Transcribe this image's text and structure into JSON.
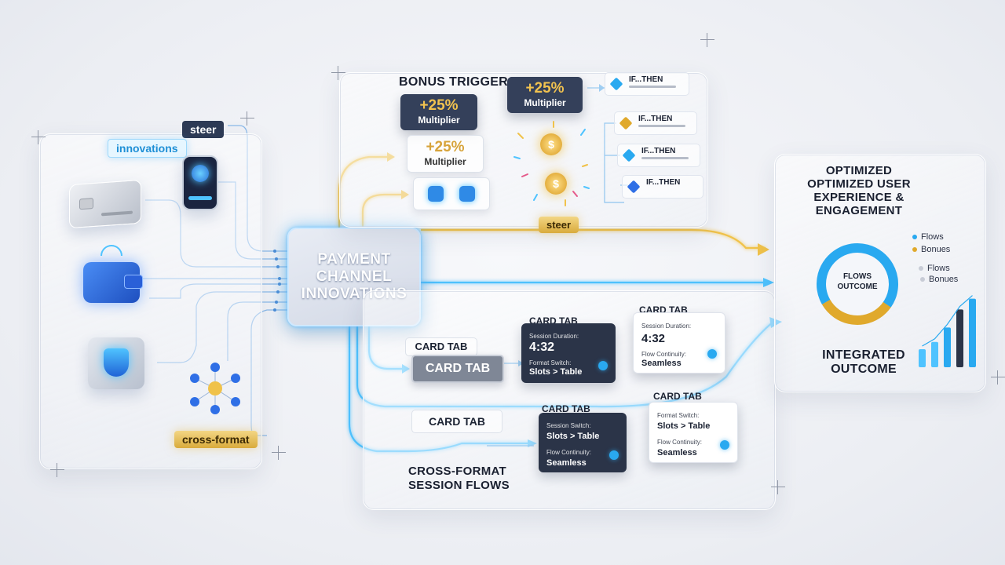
{
  "colors": {
    "cyan_glow": "#4fc3ff",
    "gold_glow": "#f0c24a",
    "navy": "#2d3a55",
    "blue_icon": "#2f6fe6"
  },
  "left_panel": {
    "tag_steer": "steer",
    "tag_innovations": "innovations",
    "tag_cross_format": "cross-format",
    "icons": [
      "credit-card-icon",
      "mobile-phone-icon",
      "wallet-icon",
      "shield-icon",
      "network-hexagons-icon"
    ]
  },
  "hub": {
    "title": "PAYMENT CHANNEL INNOVATIONS"
  },
  "bonus": {
    "title": "BONUS TRIGGERS",
    "multipliers": [
      {
        "value": "+25%",
        "label": "Multiplier"
      },
      {
        "value": "+25%",
        "label": "Multiplier"
      },
      {
        "value": "+25%",
        "label": "Multiplier"
      }
    ],
    "rules": [
      {
        "label": "IF...THEN"
      },
      {
        "label": "IF...THEN"
      },
      {
        "label": "IF...THEN"
      },
      {
        "label": "IF...THEN"
      }
    ],
    "coin_symbol": "$"
  },
  "steer_tag": "steer",
  "session": {
    "title": "CROSS-FORMAT SESSION FLOWS",
    "chips": [
      "CARD TAB",
      "CARD TAB",
      "CARD TAB"
    ],
    "cards": [
      {
        "head": "CARD TAB",
        "l1": "Session Duration:",
        "v1": "4:32",
        "l2": "Format Switch:",
        "v2": "Slots > Table"
      },
      {
        "head": "CARD TAB",
        "l1": "Session Duration:",
        "v1": "4:32",
        "l2": "Flow Continuity:",
        "v2": "Seamless"
      },
      {
        "head": "CARD TAB",
        "l1": "Session Switch:",
        "v1": "Slots > Table",
        "l2": "Flow Continuity:",
        "v2": "Seamless"
      },
      {
        "head": "CARD TAB",
        "l1": "Format Switch:",
        "v1": "Slots > Table",
        "l2": "Flow Continuity:",
        "v2": "Seamless"
      }
    ]
  },
  "outcome": {
    "heading_line1": "OPTIMIZED",
    "heading_line2": "OPTIMIZED USER",
    "heading_line3": "EXPERIENCE &",
    "heading_line4": "ENGAGEMENT",
    "ring_label1": "FLOWS",
    "ring_label2": "OUTCOME",
    "legend": [
      {
        "label": "Flows",
        "color": "#29a9f0"
      },
      {
        "label": "Bonues",
        "color": "#e0a92c"
      },
      {
        "label": "Flows",
        "color": "#c8ccd6"
      },
      {
        "label": "Bonues",
        "color": "#c8ccd6"
      }
    ],
    "ring_share": {
      "flows": 0.68,
      "bonuses": 0.32
    },
    "integrated_line1": "INTEGRATED",
    "integrated_line2": "OUTCOME",
    "bars": [
      0.25,
      0.35,
      0.55,
      0.8,
      0.95
    ]
  }
}
